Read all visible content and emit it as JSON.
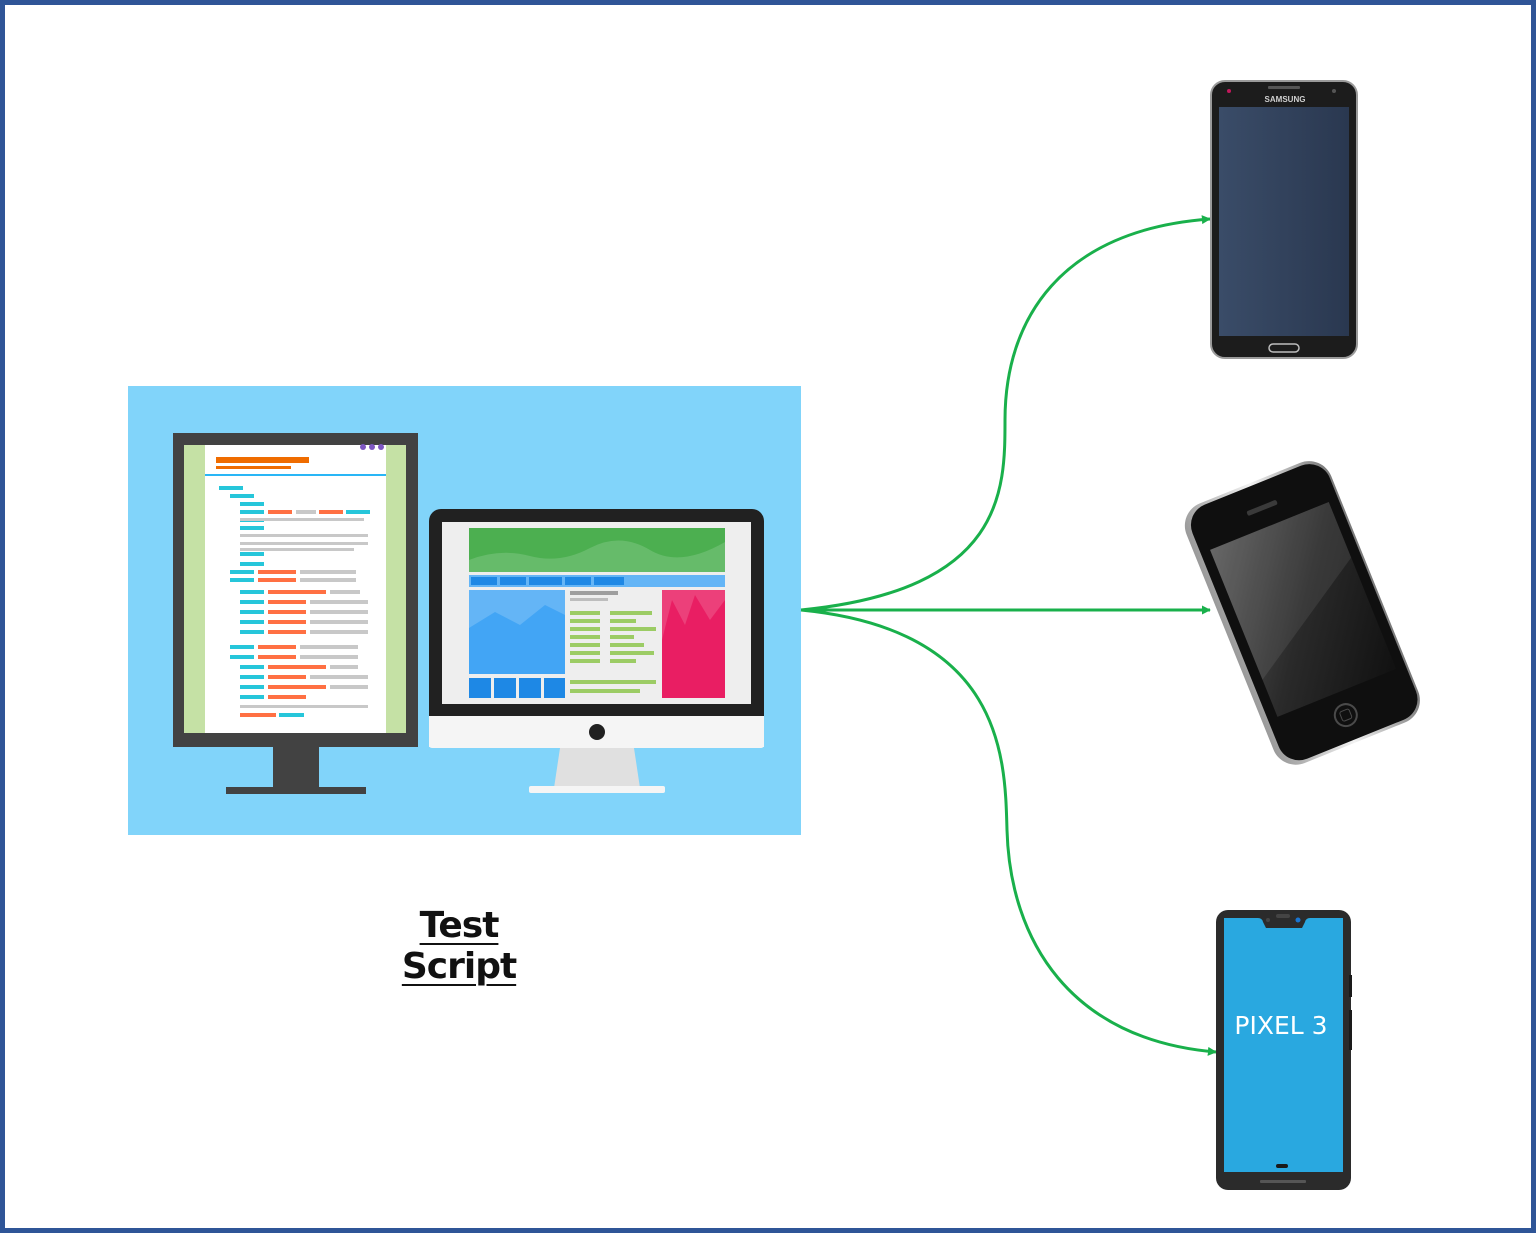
{
  "diagram": {
    "caption": "Test Script",
    "devices": [
      {
        "brand_text": "SAMSUNG",
        "screen_text": ""
      },
      {
        "brand_text": "",
        "screen_text": ""
      },
      {
        "brand_text": "",
        "screen_text": "PIXEL 3"
      }
    ]
  },
  "colors": {
    "frame_border": "#2f5597",
    "arrow": "#19b04b",
    "illustration_bg": "#81d4fa",
    "pixel_screen": "#29a8e0",
    "samsung_screen": "#34455f"
  },
  "icons": [
    "code-editor-monitor-icon",
    "desktop-monitor-icon",
    "samsung-phone-icon",
    "iphone-icon",
    "pixel-phone-icon"
  ]
}
